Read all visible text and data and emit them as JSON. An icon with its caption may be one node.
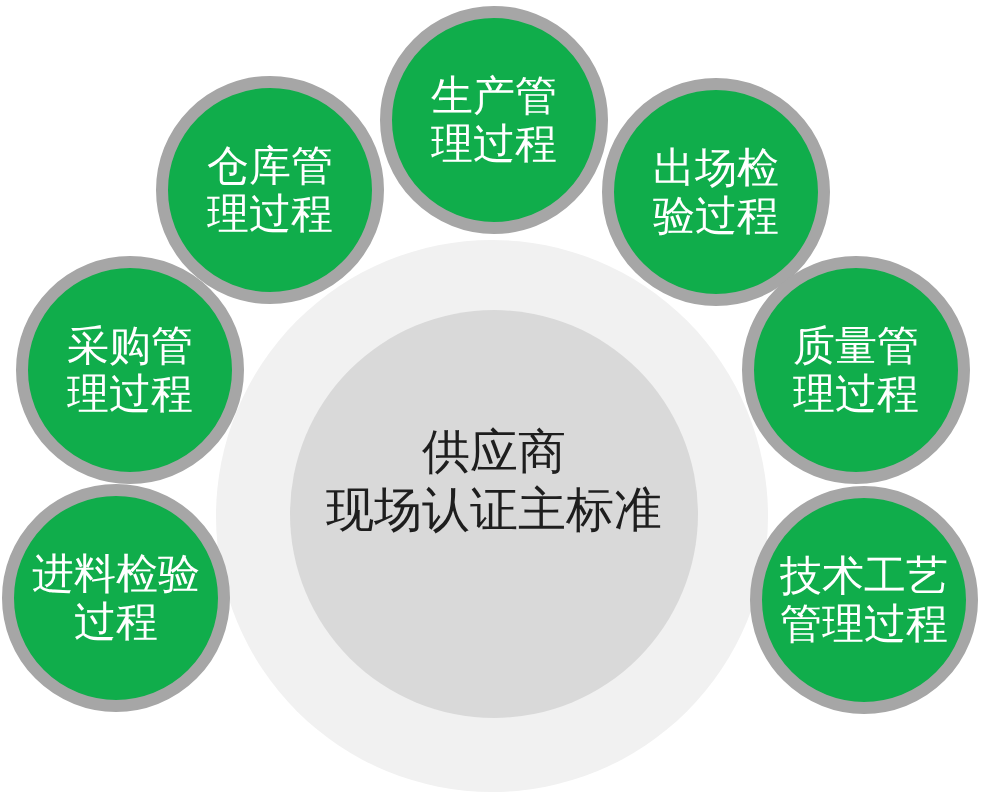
{
  "diagram": {
    "nodes": [
      {
        "text": [
          "供应商现场认证主标准"
        ]
      },
      {
        "text": [
          "进料检验过程"
        ]
      },
      {
        "text": [
          "采购管理过程"
        ]
      },
      {
        "text": [
          "仓库管理过程"
        ]
      },
      {
        "text": [
          "生产管理过程"
        ]
      },
      {
        "text": [
          "出场检验过程"
        ]
      },
      {
        "text": [
          "质量管理过程"
        ]
      },
      {
        "text": [
          "技术工艺管理过程"
        ]
      }
    ]
  }
}
